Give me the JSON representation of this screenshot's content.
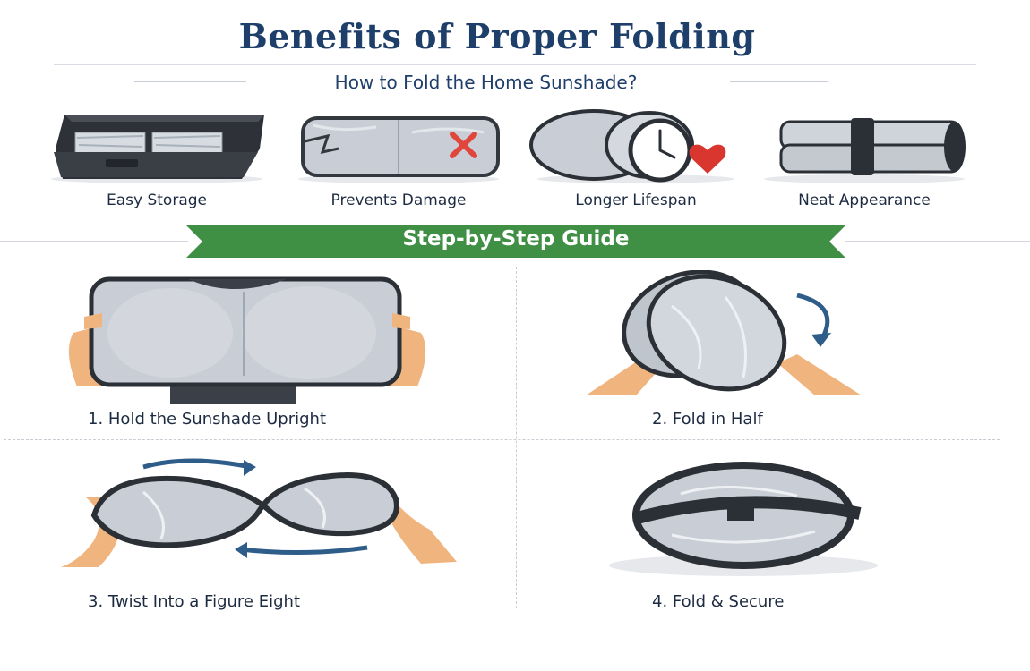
{
  "header": {
    "title": "Benefits of Proper Folding",
    "subtitle": "How to Fold the Home Sunshade?"
  },
  "benefits": [
    {
      "label": "Easy Storage",
      "icon": "storage-box-icon"
    },
    {
      "label": "Prevents Damage",
      "icon": "damaged-sunshade-icon"
    },
    {
      "label": "Longer Lifespan",
      "icon": "clock-heart-icon"
    },
    {
      "label": "Neat Appearance",
      "icon": "rolled-sunshade-icon"
    }
  ],
  "banner": {
    "label": "Step-by-Step Guide",
    "color": "#3f8f45"
  },
  "steps": [
    {
      "caption": "1. Hold the Sunshade Upright"
    },
    {
      "caption": "2. Fold in Half"
    },
    {
      "caption": "3. Twist Into a Figure Eight"
    },
    {
      "caption": "4. Fold & Secure"
    }
  ],
  "colors": {
    "title": "#1f3f6b",
    "silver": "#c9ced6",
    "rim": "#2b2f36",
    "skin": "#f0b47e",
    "arrow": "#2f5d8a",
    "cross": "#e0463b",
    "heart": "#d9362f"
  }
}
